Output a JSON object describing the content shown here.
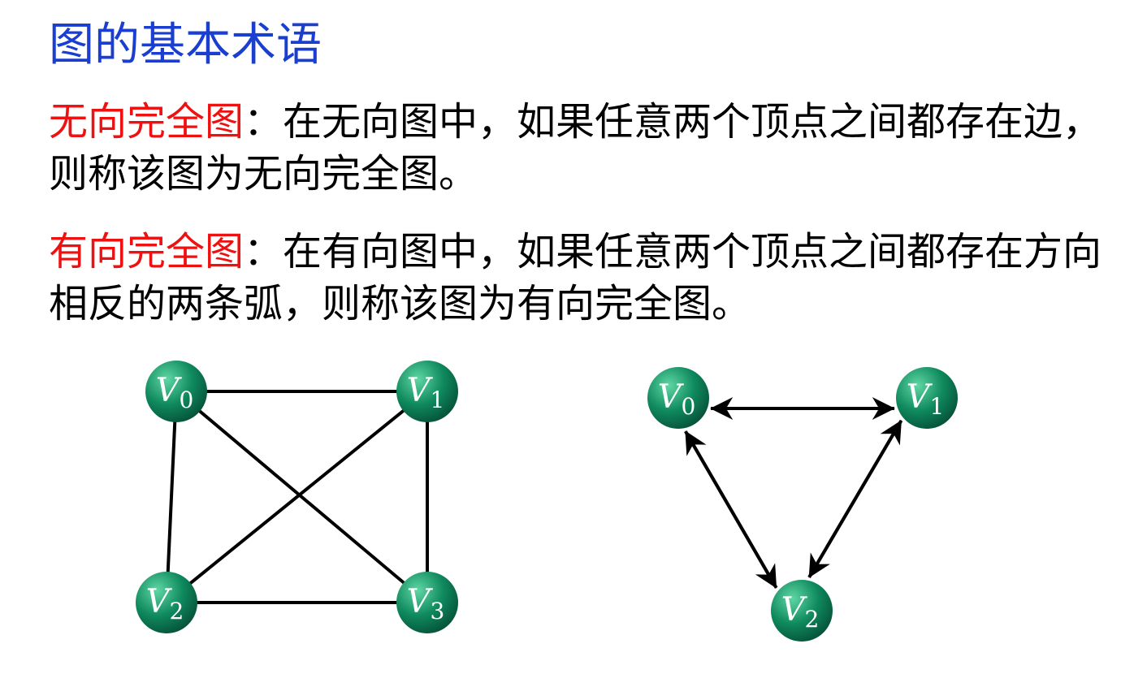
{
  "slide": {
    "title": "图的基本术语",
    "title_color": "#1a3fd0",
    "term_color": "#ee1111"
  },
  "definitions": [
    {
      "term": "无向完全图",
      "body": "：在无向图中，如果任意两个顶点之间都存在边，则称该图为无向完全图。"
    },
    {
      "term": "有向完全图",
      "body": "：在有向图中，如果任意两个顶点之间都存在方向相反的两条弧，则称该图为有向完全图。"
    }
  ],
  "undirected_graph": {
    "nodes": [
      {
        "symbol": "V",
        "sub": "0"
      },
      {
        "symbol": "V",
        "sub": "1"
      },
      {
        "symbol": "V",
        "sub": "2"
      },
      {
        "symbol": "V",
        "sub": "3"
      }
    ],
    "edges": [
      [
        0,
        1
      ],
      [
        0,
        2
      ],
      [
        0,
        3
      ],
      [
        1,
        2
      ],
      [
        1,
        3
      ],
      [
        2,
        3
      ]
    ]
  },
  "directed_graph": {
    "nodes": [
      {
        "symbol": "V",
        "sub": "0"
      },
      {
        "symbol": "V",
        "sub": "1"
      },
      {
        "symbol": "V",
        "sub": "2"
      }
    ],
    "arcs": [
      [
        0,
        1
      ],
      [
        1,
        0
      ],
      [
        0,
        2
      ],
      [
        2,
        0
      ],
      [
        1,
        2
      ],
      [
        2,
        1
      ]
    ]
  },
  "colors": {
    "node_fill": "#0f8a5e",
    "node_highlight": "#5fd6a4",
    "node_shadow": "#06523a",
    "edge": "#000000"
  }
}
